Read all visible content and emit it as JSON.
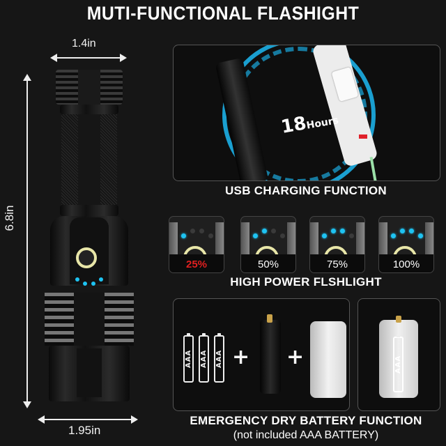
{
  "title": "MUTI-FUNCTIONAL FLASHIGHT",
  "dimensions": {
    "head_width": "1.4in",
    "length": "6.8in",
    "base_width": "1.95in"
  },
  "usb_charging": {
    "hours_value": "18",
    "hours_unit": "Hours",
    "label": "USB CHARGING FUNCTION",
    "accent_color": "#1a9fd0"
  },
  "power_levels": {
    "label": "HIGH POWER FLSHLIGHT",
    "levels": [
      {
        "percent": "25%",
        "dots_on": 1,
        "color": "#e02020"
      },
      {
        "percent": "50%",
        "dots_on": 2,
        "color": "#f0f0f0"
      },
      {
        "percent": "75%",
        "dots_on": 3,
        "color": "#f0f0f0"
      },
      {
        "percent": "100%",
        "dots_on": 4,
        "color": "#f0f0f0"
      }
    ],
    "indicator_color": "#1ec3f2"
  },
  "battery": {
    "cell_label": "AAA",
    "cell_count": 3,
    "plus_symbol": "+",
    "label": "EMERGENCY DRY BATTERY FUNCTION",
    "note": "(not included AAA BATTERY)"
  }
}
